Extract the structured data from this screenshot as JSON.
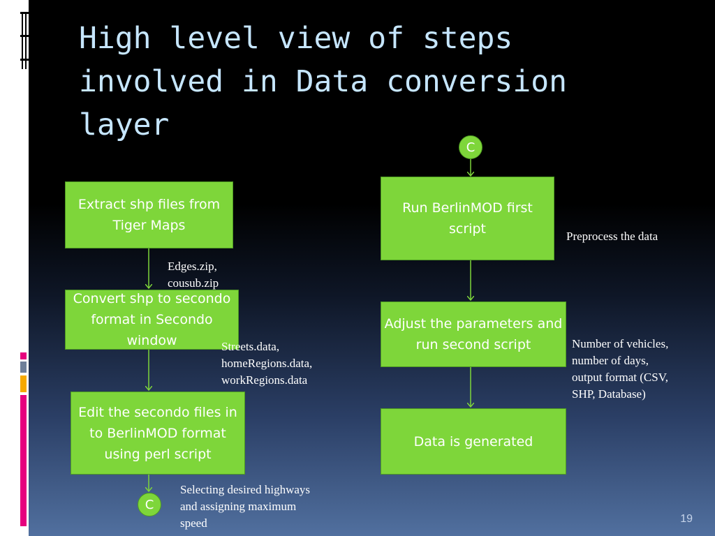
{
  "title": "High level view of steps involved in Data conversion layer",
  "connector_label": "C",
  "left_steps": [
    "Extract shp files from Tiger Maps",
    "Convert shp to secondo format in Secondo window",
    "Edit the secondo files in to BerlinMOD format using perl script"
  ],
  "right_steps": [
    "Run BerlinMOD first script",
    "Adjust the parameters and run second script",
    "Data is generated"
  ],
  "notes": {
    "edges": "Edges.zip,\ncousub.zip",
    "streets": "Streets.data,\nhomeRegions.data,\nworkRegions.data",
    "highways": "Selecting desired highways\nand  assigning maximum\nspeed",
    "preprocess": "Preprocess  the data",
    "parameters": "Number of vehicles,\nnumber of days,\noutput format (CSV,\nSHP, Database)"
  },
  "page_number": "19",
  "colors": {
    "box_fill": "#7ed63a",
    "arrow": "#7ed63a",
    "title": "#c6e6ff",
    "accent_pink": "#e6007e",
    "accent_orange": "#f5a800"
  }
}
